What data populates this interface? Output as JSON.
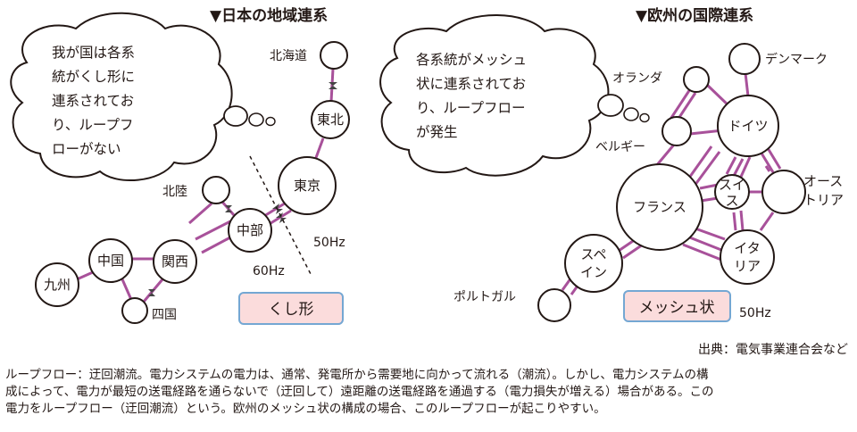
{
  "japan": {
    "title": "▼日本の地域連系",
    "thought": [
      "我が国は各系",
      "統がくし形に",
      "連系されてお",
      "り、ループフ",
      "ローがない"
    ],
    "nodes": {
      "hokkaido": "北海道",
      "tohoku": "東北",
      "tokyo": "東京",
      "hokuriku": "北陸",
      "chubu": "中部",
      "kansai": "関西",
      "chugoku": "中国",
      "kyushu": "九州",
      "shikoku": "四国"
    },
    "hz_east": "50Hz",
    "hz_west": "60Hz",
    "type_label": "くし形"
  },
  "europe": {
    "title": "▼欧州の国際連系",
    "thought": [
      "各系統がメッシュ",
      "状に連系されてお",
      "り、ループフロー",
      "が発生"
    ],
    "nodes": {
      "denmark": "デンマーク",
      "netherlands": "オランダ",
      "germany": "ドイツ",
      "belgium": "ベルギー",
      "austria": [
        "オース",
        "トリア"
      ],
      "switzerland": [
        "スイ",
        "ス"
      ],
      "france": "フランス",
      "spain": [
        "スペ",
        "イン"
      ],
      "italy": [
        "イタ",
        "リア"
      ],
      "portugal": "ポルトガル"
    },
    "type_label": "メッシュ状",
    "hz": "50Hz"
  },
  "source": "出典：電気事業連合会など",
  "footnote": [
    "ループフロー：迂回潮流。電力システムの電力は、通常、発電所から需要地に向かって流れる（潮流）。しかし、電力システムの構",
    "成によって、電力が最短の送電経路を通らないで（迂回して）遠距離の送電経路を通過する（電力損失が増える）場合がある。この",
    "電力をループフロー（迂回潮流）という。欧州のメッシュ状の構成の場合、このループフローが起こりやすい。"
  ],
  "colors": {
    "link": "#a8519a",
    "type_box_fill": "#fbdcdc",
    "type_box_stroke": "#74a7d3",
    "outline": "#231815"
  }
}
